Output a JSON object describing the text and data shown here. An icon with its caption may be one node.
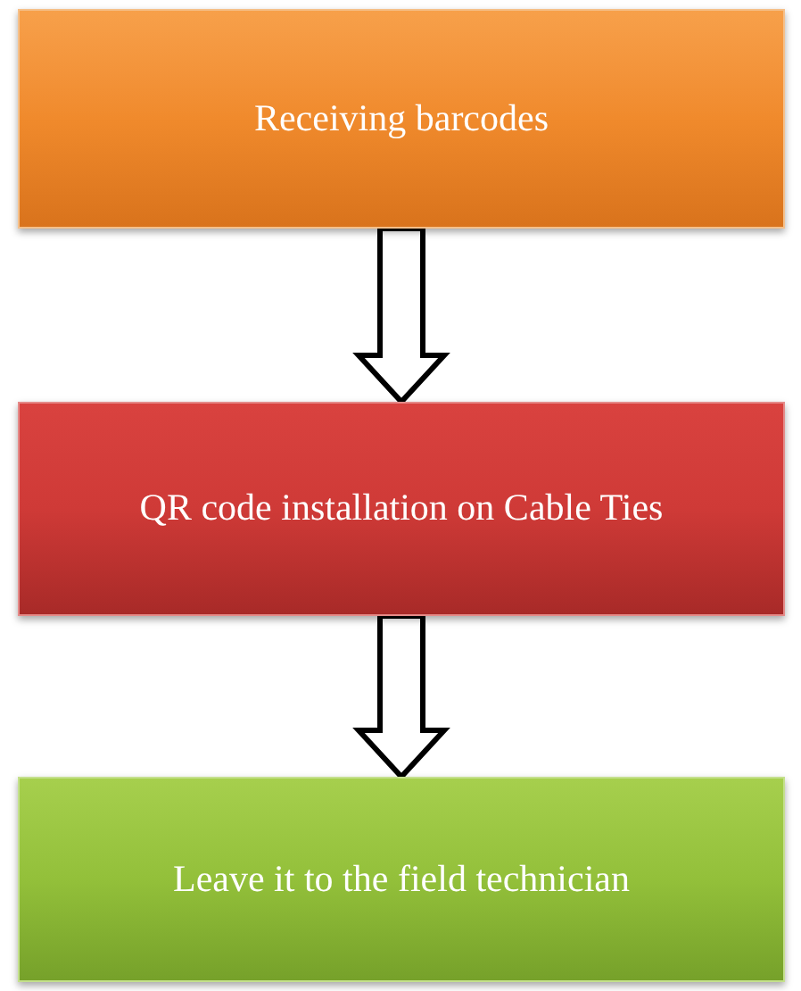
{
  "diagram": {
    "nodes": [
      {
        "text": [
          "Receiving barcodes"
        ]
      },
      {
        "text": [
          "QR code installation on Cable Ties"
        ]
      },
      {
        "text": [
          "Leave it to the field technician"
        ]
      }
    ],
    "edges": [
      {
        "from": 0,
        "to": 1,
        "arrow": "to"
      },
      {
        "from": 1,
        "to": 2,
        "arrow": "to"
      }
    ]
  }
}
